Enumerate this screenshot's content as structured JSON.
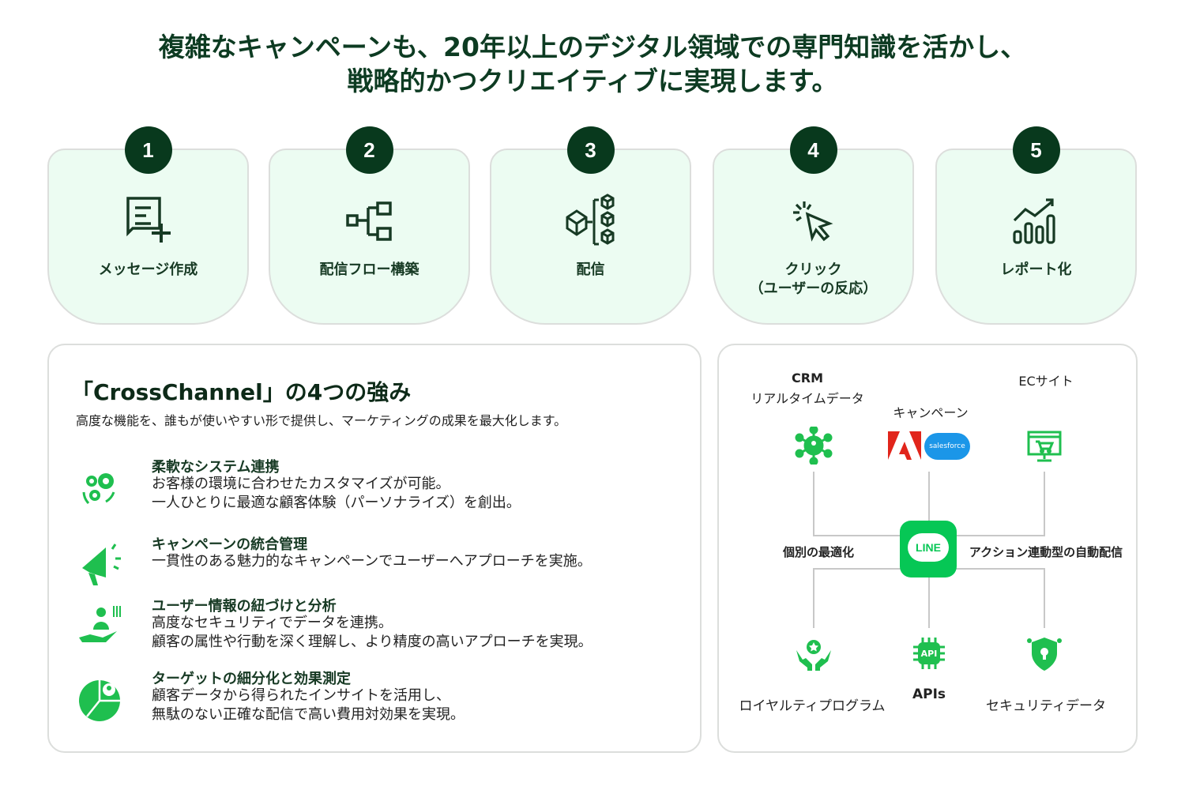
{
  "title": {
    "line1": "複雑なキャンペーンも、20年以上のデジタル領域での専門知識を活かし、",
    "line2": "戦略的かつクリエイティブに実現します。"
  },
  "steps": [
    {
      "num": "1",
      "label": "メッセージ作成",
      "icon": "message-add-icon"
    },
    {
      "num": "2",
      "label": "配信フロー構築",
      "icon": "flow-icon"
    },
    {
      "num": "3",
      "label": "配信",
      "icon": "distribution-cubes-icon"
    },
    {
      "num": "4",
      "label": "クリック",
      "label2": "（ユーザーの反応）",
      "icon": "cursor-click-icon"
    },
    {
      "num": "5",
      "label": "レポート化",
      "icon": "chart-report-icon"
    }
  ],
  "strengths": {
    "heading": "「CrossChannel」の4つの強み",
    "subtitle": "高度な機能を、誰もが使いやすい形で提供し、マーケティングの成果を最大化します。",
    "items": [
      {
        "title": "柔軟なシステム連携",
        "lines": [
          "お客様の環境に合わせたカスタマイズが可能。",
          "一人ひとりに最適な顧客体験（パーソナライズ）を創出。"
        ],
        "icon": "gears-icon"
      },
      {
        "title": "キャンペーンの統合管理",
        "lines": [
          "一貫性のある魅力的なキャンペーンでユーザーへアプローチを実施。"
        ],
        "icon": "megaphone-icon"
      },
      {
        "title": "ユーザー情報の紐づけと分析",
        "lines": [
          "高度なセキュリティでデータを連携。",
          "顧客の属性や行動を深く理解し、より精度の高いアプローチを実現。"
        ],
        "icon": "user-hand-icon"
      },
      {
        "title": "ターゲットの細分化と効果測定",
        "lines": [
          "顧客データから得られたインサイトを活用し、",
          "無駄のない正確な配信で高い費用対効果を実現。"
        ],
        "icon": "pie-user-icon"
      }
    ]
  },
  "diagram": {
    "crm": "CRM",
    "crm_sub": "リアルタイムデータ",
    "campaign": "キャンペーン",
    "ec": "ECサイト",
    "center": "LINE",
    "left_label": "個別の最適化",
    "right_label": "アクション連動型の自動配信",
    "loyalty": "ロイヤルティプログラム",
    "apis": "APIs",
    "security": "セキュリティデータ",
    "salesforce": "salesforce",
    "api_chip": "API"
  },
  "colors": {
    "dark": "#08391d",
    "green": "#1fbf4f",
    "line": "#06c755",
    "card_bg": "#ecfcf2"
  }
}
